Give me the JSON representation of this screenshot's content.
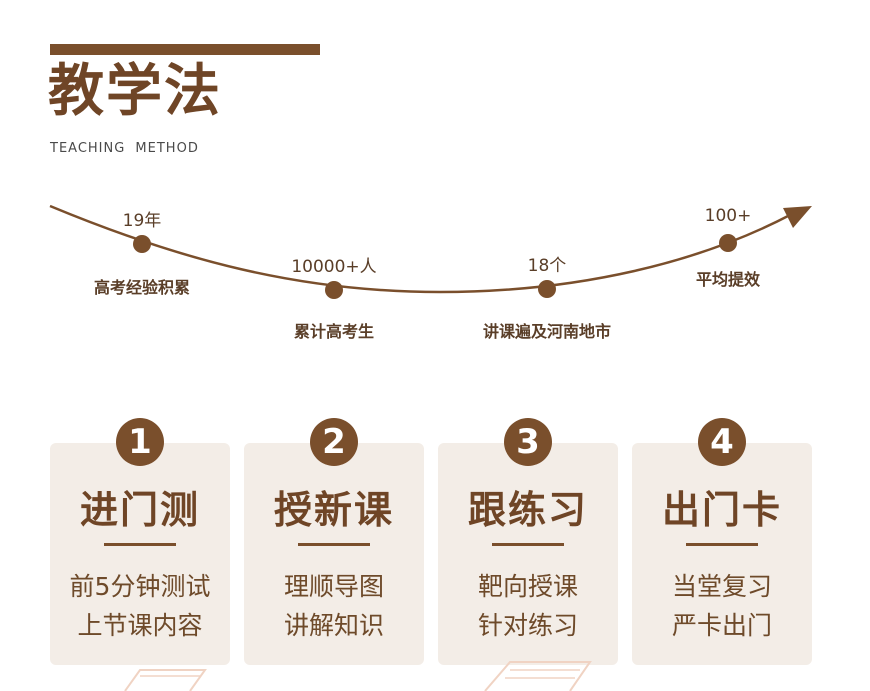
{
  "header": {
    "title": "教学法",
    "subtitle": "TEACHING METHOD"
  },
  "timeline": [
    {
      "value": "19年",
      "desc": "高考经验积累"
    },
    {
      "value": "10000+人",
      "desc": "累计高考生"
    },
    {
      "value": "18个",
      "desc": "讲课遍及河南地市"
    },
    {
      "value": "100+",
      "desc": "平均提效"
    }
  ],
  "steps": [
    {
      "number": "1",
      "title": "进门测",
      "line1": "前5分钟测试",
      "line2": "上节课内容"
    },
    {
      "number": "2",
      "title": "授新课",
      "line1": "理顺导图",
      "line2": "讲解知识"
    },
    {
      "number": "3",
      "title": "跟练习",
      "line1": "靶向授课",
      "line2": "针对练习"
    },
    {
      "number": "4",
      "title": "出门卡",
      "line1": "当堂复习",
      "line2": "严卡出门"
    }
  ],
  "colors": {
    "brand_brown": "#7a4f2c",
    "card_background": "#f3ede7"
  }
}
